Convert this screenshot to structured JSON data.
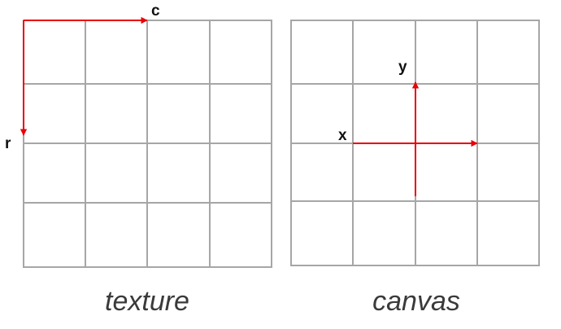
{
  "colors": {
    "grid": "#a6a6a6",
    "arrow": "#e8000b",
    "text": "#111111",
    "caption": "#3a3a3a"
  },
  "texture": {
    "caption": "texture",
    "col_label": "c",
    "row_label": "r"
  },
  "canvas": {
    "caption": "canvas",
    "x_label": "x",
    "y_label": "y"
  }
}
